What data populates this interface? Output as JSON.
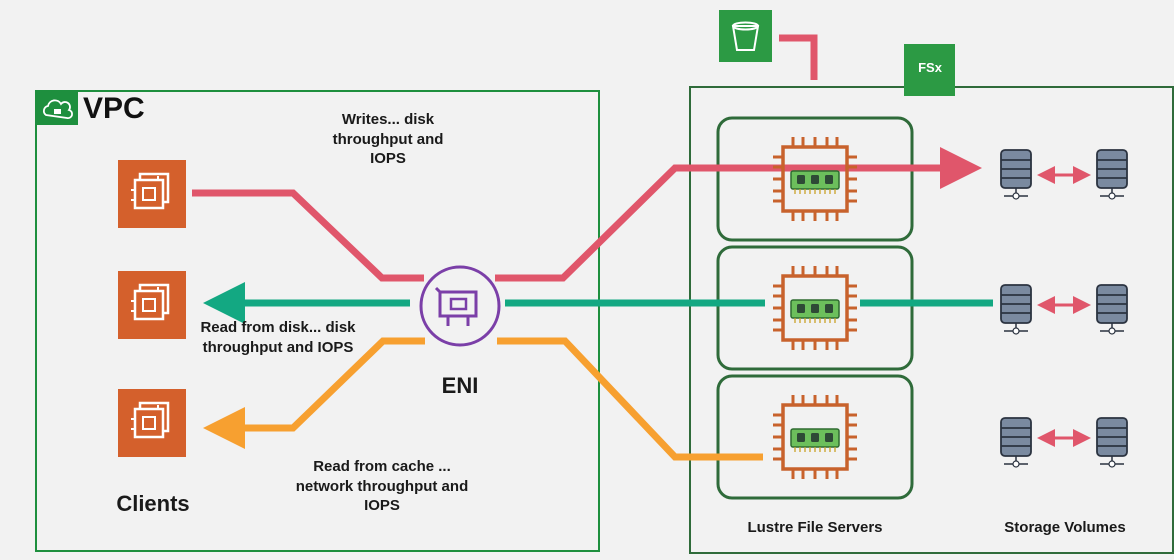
{
  "vpc": {
    "title": "VPC"
  },
  "labels": {
    "writes": "Writes... disk throughput and IOPS",
    "read_disk": "Read from disk... disk throughput and IOPS",
    "read_cache": "Read from cache ... network throughput and IOPS",
    "eni": "ENI",
    "clients": "Clients",
    "lustre": "Lustre File Servers",
    "storage": "Storage Volumes",
    "fsx": "FSx"
  },
  "colors": {
    "vpc_green": "#1e8f3e",
    "server_green": "#2f6b3a",
    "ec2_orange": "#d4602c",
    "eni_purple": "#7b3fa8",
    "chip_orange": "#c8622c",
    "ram_green": "#4caf50",
    "write_red": "#e0566b",
    "read_disk_teal": "#13a882",
    "read_cache_orange": "#f7a030",
    "db_gray": "#7a8aa0"
  },
  "icons": [
    "aws-vpc-cloud-icon",
    "ec2-instance-icon",
    "eni-icon",
    "s3-bucket-icon",
    "fsx-lustre-icon",
    "processor-chip-icon",
    "database-icon"
  ]
}
